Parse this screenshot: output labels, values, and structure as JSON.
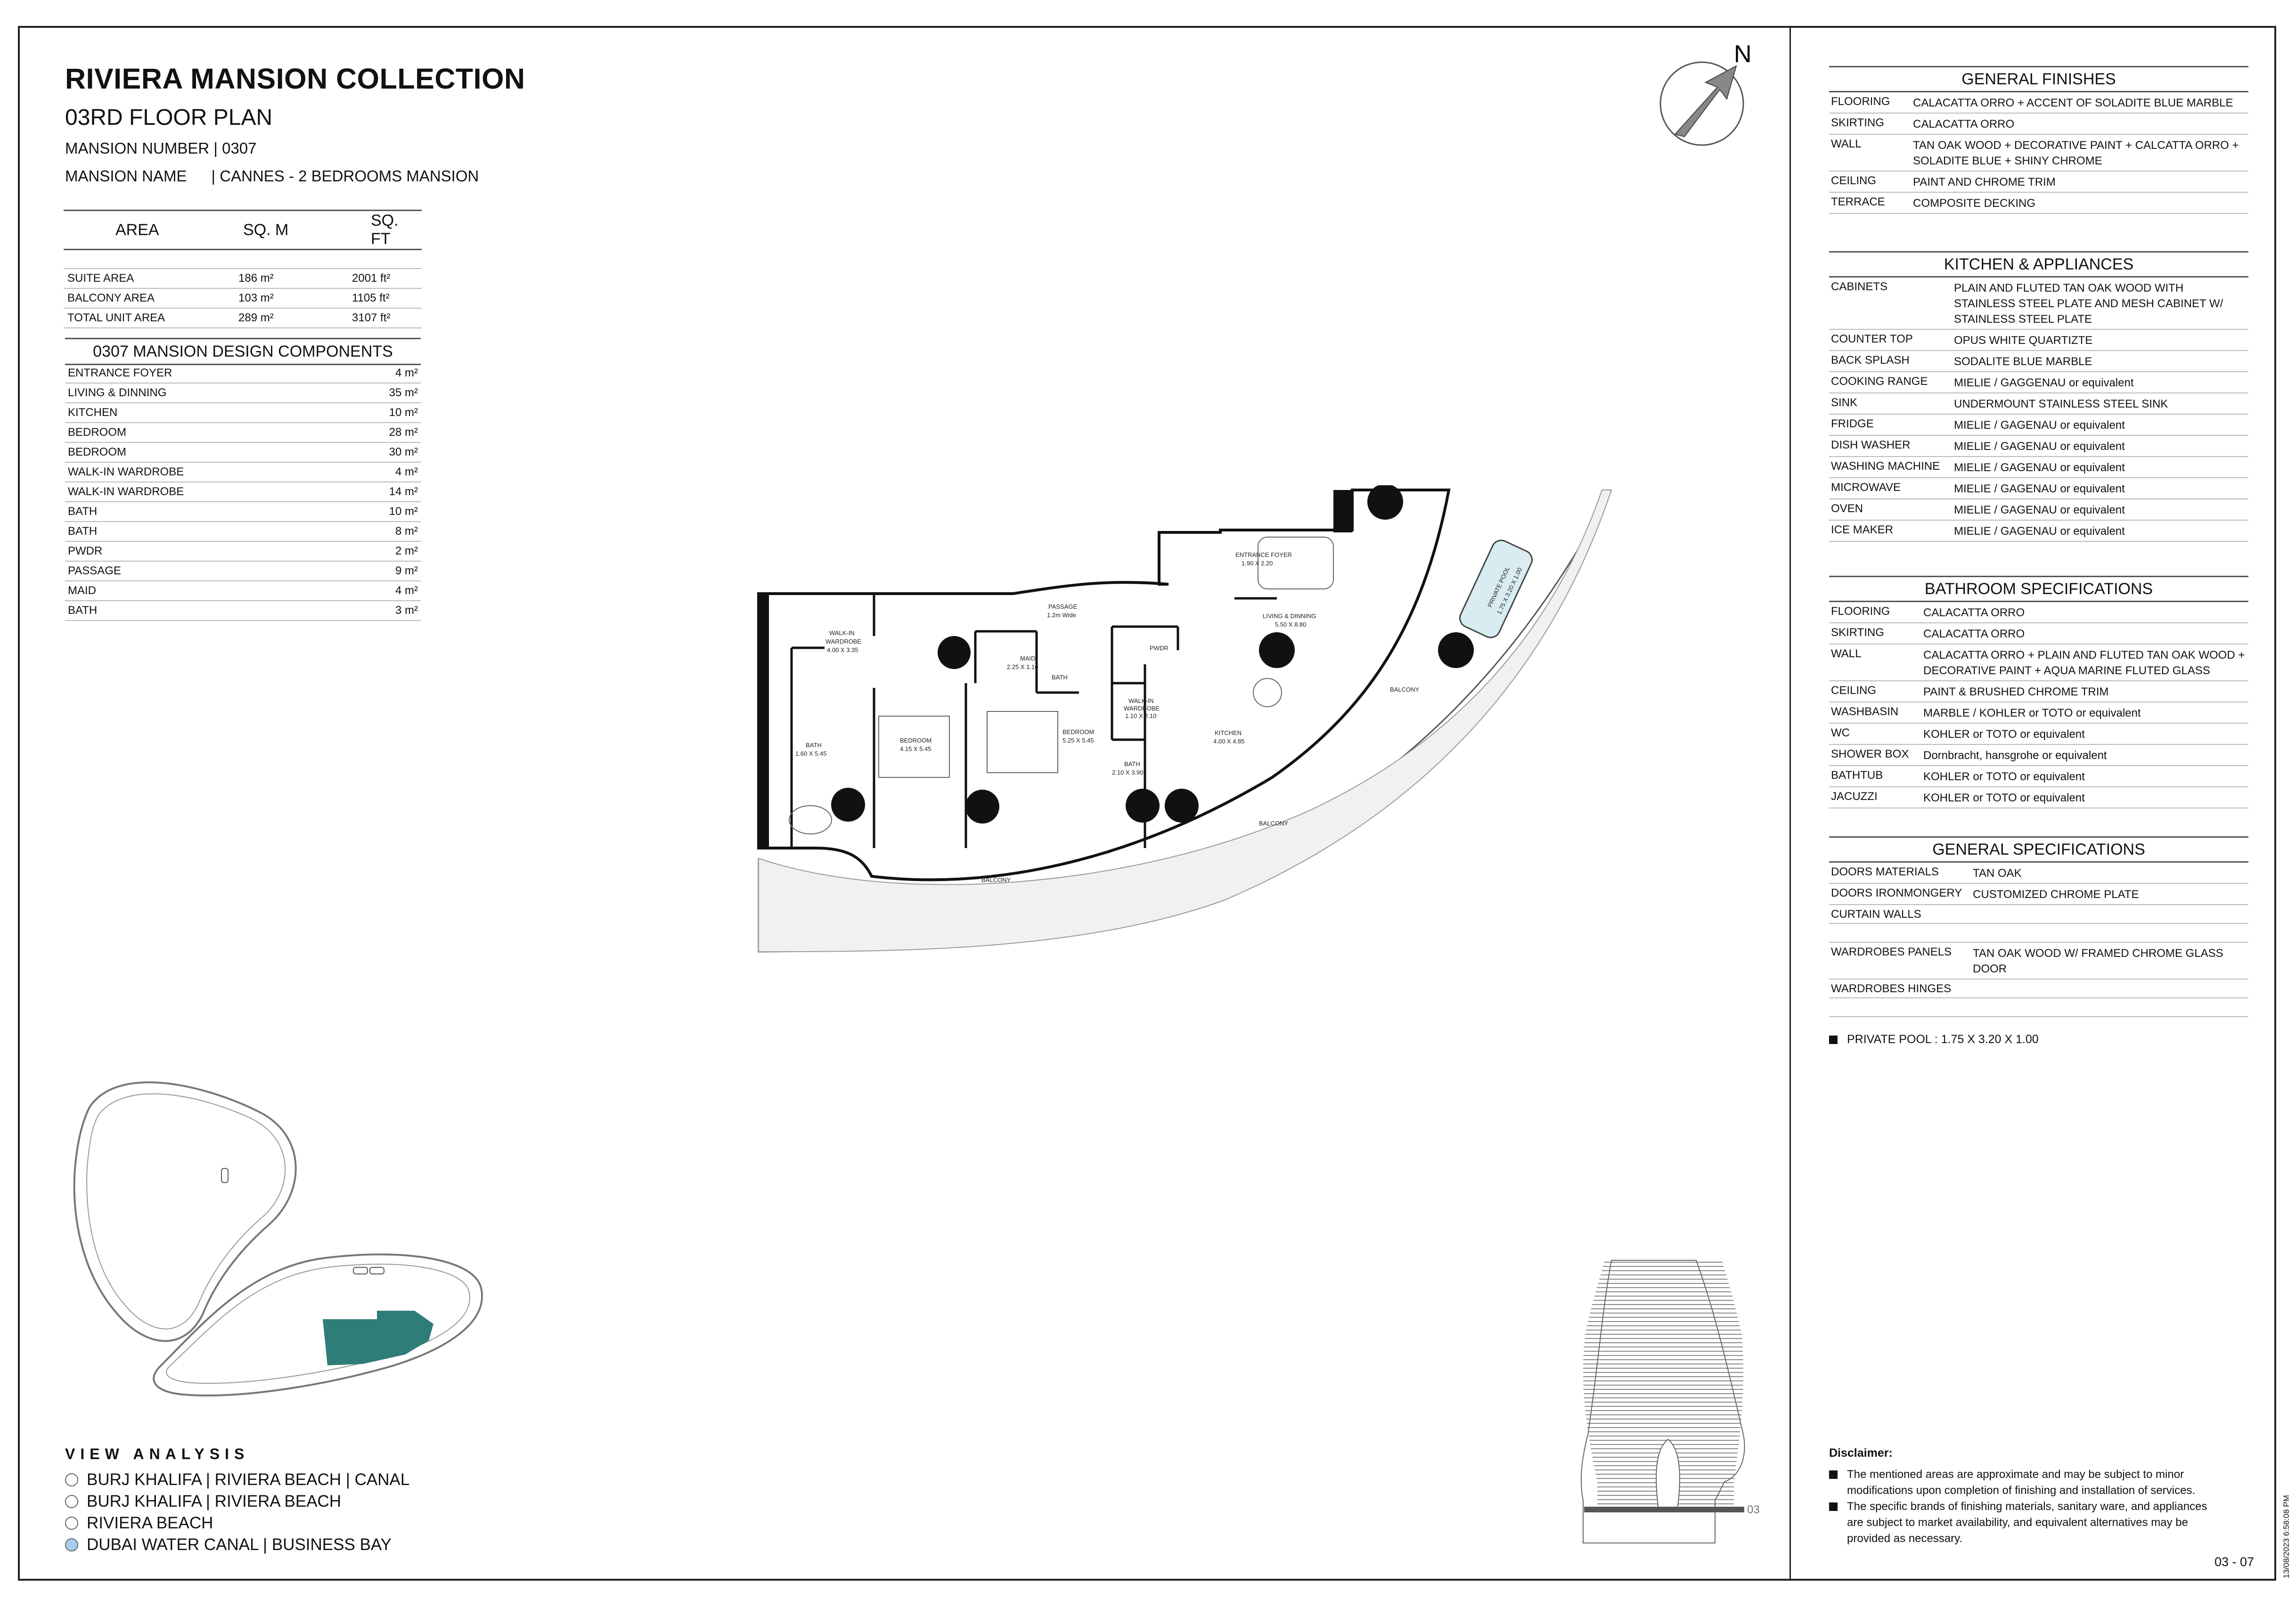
{
  "header": {
    "title": "RIVIERA MANSION COLLECTION",
    "subtitle": "03RD FLOOR PLAN",
    "mansion_number": "MANSION NUMBER | 0307",
    "mansion_name_label": "MANSION NAME",
    "mansion_name_value": "| CANNES - 2 BEDROOMS MANSION"
  },
  "area_table": {
    "headers": [
      "AREA",
      "SQ. M",
      "SQ. FT"
    ],
    "rows": [
      {
        "label": "SUITE AREA",
        "sqm": "186 m²",
        "sqft": "2001 ft²"
      },
      {
        "label": "BALCONY AREA",
        "sqm": "103 m²",
        "sqft": "1105 ft²"
      },
      {
        "label": "TOTAL UNIT AREA",
        "sqm": "289 m²",
        "sqft": "3107 ft²"
      }
    ]
  },
  "components": {
    "title": "0307 MANSION DESIGN COMPONENTS",
    "rows": [
      {
        "label": "ENTRANCE FOYER",
        "value": "4 m²"
      },
      {
        "label": "LIVING & DINNING",
        "value": "35 m²"
      },
      {
        "label": "KITCHEN",
        "value": "10 m²"
      },
      {
        "label": "BEDROOM",
        "value": "28 m²"
      },
      {
        "label": "BEDROOM",
        "value": "30 m²"
      },
      {
        "label": "WALK-IN WARDROBE",
        "value": "4 m²"
      },
      {
        "label": "WALK-IN WARDROBE",
        "value": "14 m²"
      },
      {
        "label": "BATH",
        "value": "10 m²"
      },
      {
        "label": "BATH",
        "value": "8 m²"
      },
      {
        "label": "PWDR",
        "value": "2 m²"
      },
      {
        "label": "PASSAGE",
        "value": "9 m²"
      },
      {
        "label": "MAID",
        "value": "4 m²"
      },
      {
        "label": "BATH",
        "value": "3 m²"
      }
    ]
  },
  "compass": {
    "label": "N"
  },
  "plan_labels": {
    "entrance_foyer": "ENTRANCE FOYER",
    "entrance_foyer_dim": "1.90 X 2.20",
    "passage": "PASSAGE",
    "passage_dim": "1.2m Wide",
    "living": "LIVING & DINNING",
    "living_dim": "5.50 X 8.80",
    "private_pool": "PRIVATE POOL",
    "private_pool_dim": "1.75 X 3.20 X 1.00",
    "walkin1": "WALK-IN",
    "walkin1b": "WARDROBE",
    "walkin1_dim": "4.00 X 3.35",
    "maid": "MAID",
    "maid_dim": "2.25 X 1.10",
    "bath_small": "BATH",
    "pwdr": "PWDR",
    "walkin2": "WALK-IN",
    "walkin2b": "WARDROBE",
    "walkin2_dim": "1.10 X 2.10",
    "bath1": "BATH",
    "bath1_dim": "1.60 X 5.45",
    "bedroom1": "BEDROOM",
    "bedroom1_dim": "4.15 X 5.45",
    "bedroom2": "BEDROOM",
    "bedroom2_dim": "5.25 X 5.45",
    "bath2": "BATH",
    "bath2_dim": "2.10 X 3.90",
    "kitchen": "KITCHEN",
    "kitchen_dim": "4.00 X 4.85",
    "balcony_a": "BALCONY",
    "balcony_b": "BALCONY",
    "balcony_c": "BALCONY"
  },
  "view_analysis": {
    "title": "VIEW ANALYSIS",
    "items": [
      {
        "label": "BURJ KHALIFA | RIVIERA BEACH | CANAL",
        "selected": false
      },
      {
        "label": "BURJ KHALIFA | RIVIERA BEACH",
        "selected": false
      },
      {
        "label": "RIVIERA BEACH",
        "selected": false
      },
      {
        "label": "DUBAI WATER CANAL | BUSINESS BAY",
        "selected": true
      }
    ]
  },
  "general_finishes": {
    "title": "GENERAL FINISHES",
    "rows": [
      {
        "k": "FLOORING",
        "v": "CALACATTA ORRO + ACCENT OF SOLADITE BLUE MARBLE"
      },
      {
        "k": "SKIRTING",
        "v": "CALACATTA ORRO"
      },
      {
        "k": "WALL",
        "v": "TAN OAK WOOD + DECORATIVE PAINT + CALCATTA ORRO + SOLADITE BLUE + SHINY CHROME"
      },
      {
        "k": "CEILING",
        "v": "PAINT AND CHROME TRIM"
      },
      {
        "k": "TERRACE",
        "v": "COMPOSITE DECKING"
      }
    ]
  },
  "kitchen_appliances": {
    "title": "KITCHEN & APPLIANCES",
    "rows": [
      {
        "k": "CABINETS",
        "v": "PLAIN AND FLUTED TAN OAK WOOD WITH STAINLESS STEEL PLATE AND MESH CABINET W/ STAINLESS STEEL PLATE"
      },
      {
        "k": "COUNTER TOP",
        "v": "OPUS WHITE QUARTIZTE"
      },
      {
        "k": "BACK SPLASH",
        "v": "SODALITE BLUE MARBLE"
      },
      {
        "k": "COOKING RANGE",
        "v": "MIELIE / GAGGENAU or equivalent"
      },
      {
        "k": "SINK",
        "v": "UNDERMOUNT STAINLESS STEEL SINK"
      },
      {
        "k": "FRIDGE",
        "v": "MIELIE / GAGENAU or equivalent"
      },
      {
        "k": "DISH WASHER",
        "v": "MIELIE / GAGENAU or equivalent"
      },
      {
        "k": "WASHING MACHINE",
        "v": "MIELIE / GAGENAU or equivalent"
      },
      {
        "k": "MICROWAVE",
        "v": "MIELIE / GAGENAU or equivalent"
      },
      {
        "k": "OVEN",
        "v": "MIELIE / GAGENAU or equivalent"
      },
      {
        "k": "ICE MAKER",
        "v": "MIELIE / GAGENAU or equivalent"
      }
    ]
  },
  "bathroom_specs": {
    "title": "BATHROOM SPECIFICATIONS",
    "rows": [
      {
        "k": "FLOORING",
        "v": "CALACATTA ORRO"
      },
      {
        "k": "SKIRTING",
        "v": "CALACATTA ORRO"
      },
      {
        "k": "WALL",
        "v": "CALACATTA ORRO + PLAIN AND FLUTED TAN OAK WOOD + DECORATIVE PAINT + AQUA MARINE FLUTED GLASS"
      },
      {
        "k": "CEILING",
        "v": "PAINT & BRUSHED CHROME TRIM"
      },
      {
        "k": "WASHBASIN",
        "v": "MARBLE / KOHLER or TOTO or equivalent"
      },
      {
        "k": "WC",
        "v": "KOHLER or TOTO or equivalent"
      },
      {
        "k": "SHOWER BOX",
        "v": "Dornbracht, hansgrohe or equivalent"
      },
      {
        "k": "BATHTUB",
        "v": "KOHLER or TOTO or equivalent"
      },
      {
        "k": "JACUZZI",
        "v": "KOHLER or TOTO or equivalent"
      }
    ]
  },
  "general_specs": {
    "title": "GENERAL SPECIFICATIONS",
    "rows": [
      {
        "k": "DOORS MATERIALS",
        "v": "TAN OAK"
      },
      {
        "k": "DOORS IRONMONGERY",
        "v": "CUSTOMIZED CHROME PLATE"
      },
      {
        "k": "CURTAIN WALLS",
        "v": ""
      },
      {
        "k": "",
        "v": ""
      },
      {
        "k": "WARDROBES PANELS",
        "v": "TAN OAK WOOD W/ FRAMED CHROME GLASS DOOR"
      },
      {
        "k": "WARDROBES HINGES",
        "v": ""
      },
      {
        "k": "",
        "v": ""
      }
    ]
  },
  "pool_note": "PRIVATE POOL :  1.75 X 3.20 X 1.00",
  "tower_floor_label": "03",
  "disclaimer": {
    "title": "Disclaimer:",
    "items": [
      "The mentioned areas are approximate and may be subject to minor modifications  upon completion of finishing and installation of services.",
      "The specific brands of finishing materials, sanitary ware, and appliances are subject to market availability, and equivalent alternatives may be provided as necessary."
    ]
  },
  "page_number": "03 - 07",
  "print_stamp": "13/08/2023 6:58:08 PM",
  "colors": {
    "accent_teal": "#2f7d78",
    "view_selected": "#a9cdf0",
    "pool": "#d8ecf2"
  }
}
